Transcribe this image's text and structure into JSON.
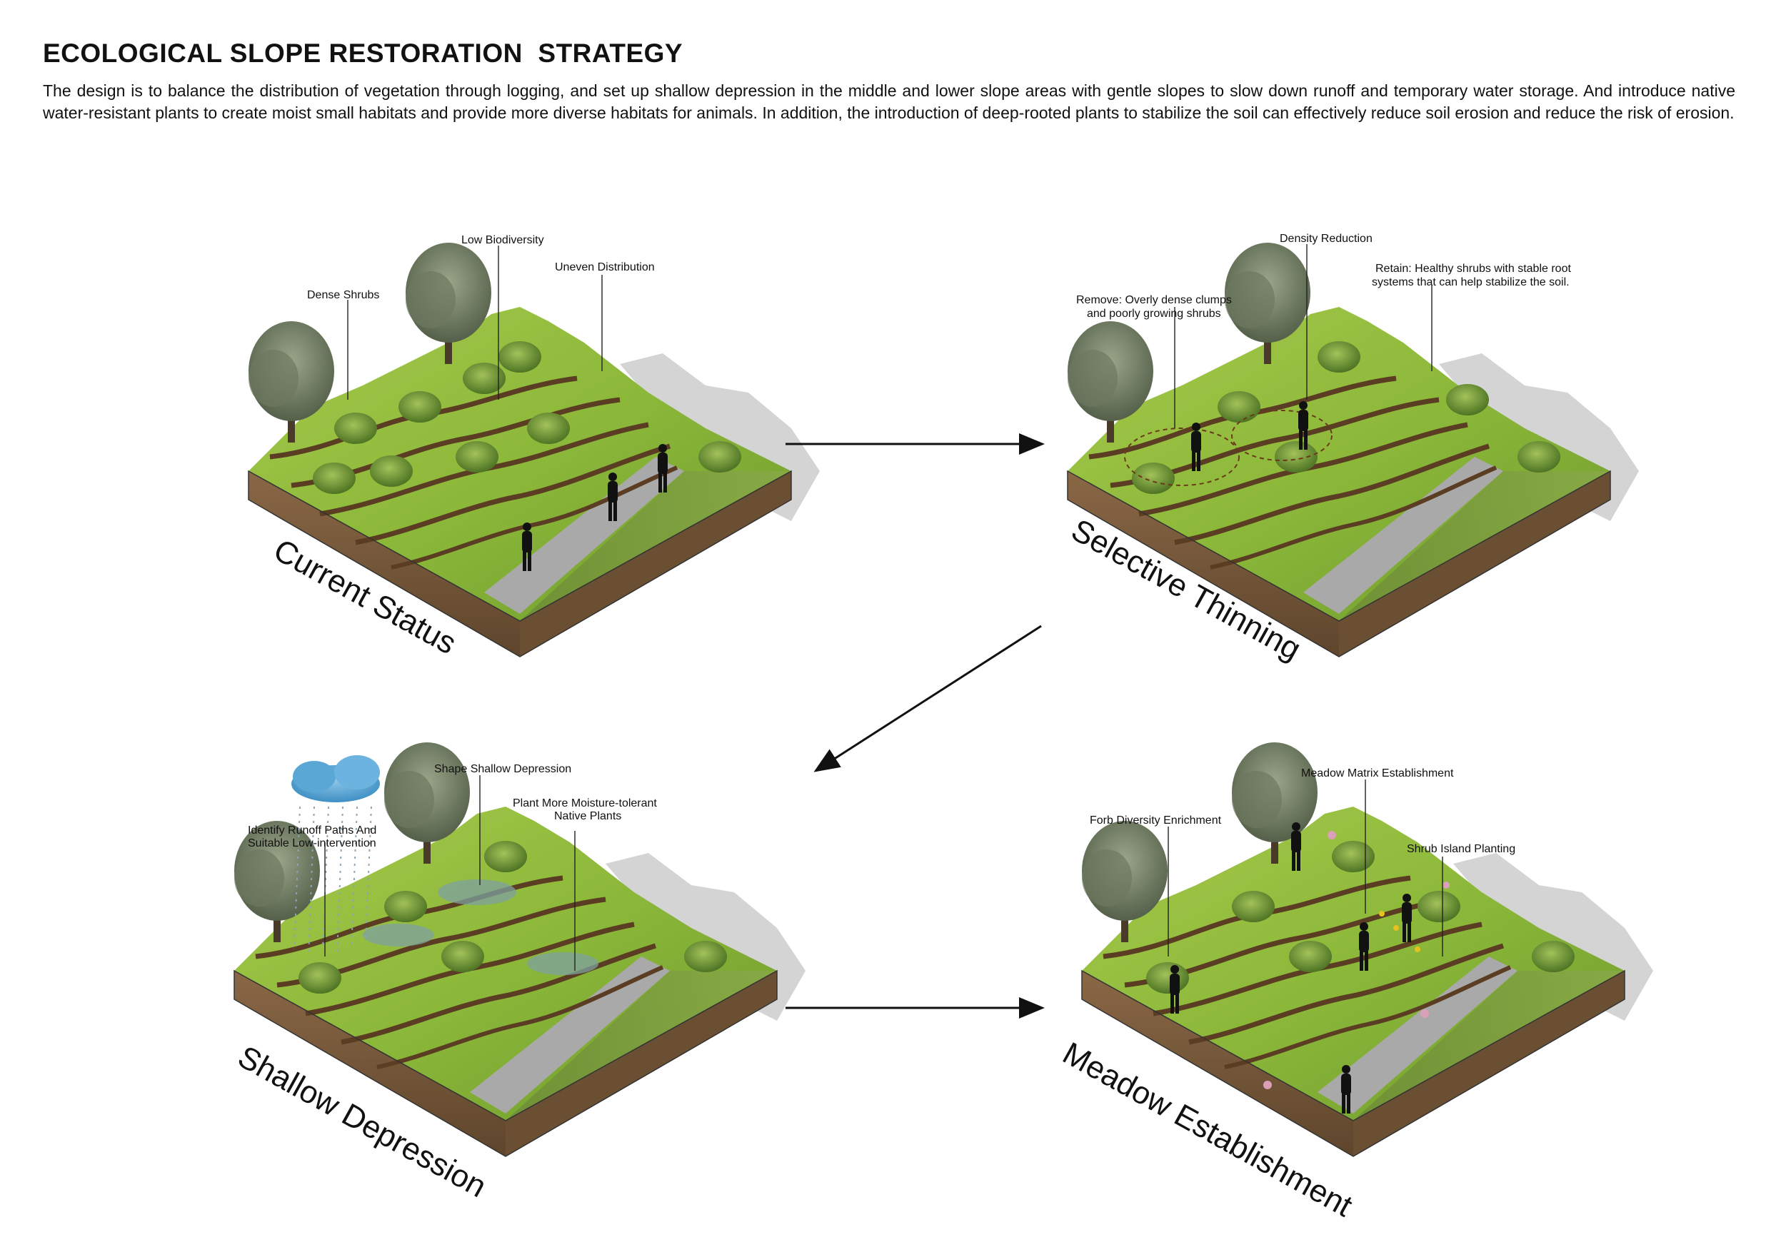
{
  "header": {
    "title": "ECOLOGICAL SLOPE RESTORATION  STRATEGY",
    "description": "The design is to balance the distribution of vegetation through logging, and set up shallow depression in the middle and lower slope areas with gentle slopes to slow down runoff and temporary water storage. And introduce native water-resistant plants to create moist small habitats and provide more diverse habitats for animals. In addition, the introduction of deep-rooted plants to stabilize the soil can effectively reduce soil erosion and reduce the risk of erosion."
  },
  "panels": {
    "current": {
      "title": "Current Status",
      "labels": [
        "Dense Shrubs",
        "Low Biodiversity",
        "Uneven Distribution"
      ]
    },
    "thinning": {
      "title": "Selective Thinning",
      "labels": [
        "Density Reduction",
        "Remove: Overly dense clumps",
        "and poorly growing shrubs",
        "Retain: Healthy shrubs with stable root",
        "systems that can help stabilize the soil."
      ]
    },
    "depression": {
      "title": "Shallow Depression",
      "labels": [
        "Shape Shallow Depression",
        "Plant More Moisture-tolerant",
        "Native Plants",
        "Identify Runoff Paths And",
        "Suitable Low-intervention"
      ]
    },
    "meadow": {
      "title": "Meadow Establishment",
      "labels": [
        "Meadow Matrix Establishment",
        "Forb Diversity Enrichment",
        "Shrub Island Planting"
      ]
    }
  },
  "colors": {
    "grass": "#8cb83a",
    "grass_dark": "#5f8a26",
    "soil": "#7a5a3c",
    "terrace": "#5a3d22",
    "path": "#a9a9a9",
    "meadow_strip": "#7a9a3e",
    "shadow": "#cfcfcf",
    "arrow": "#111111"
  }
}
